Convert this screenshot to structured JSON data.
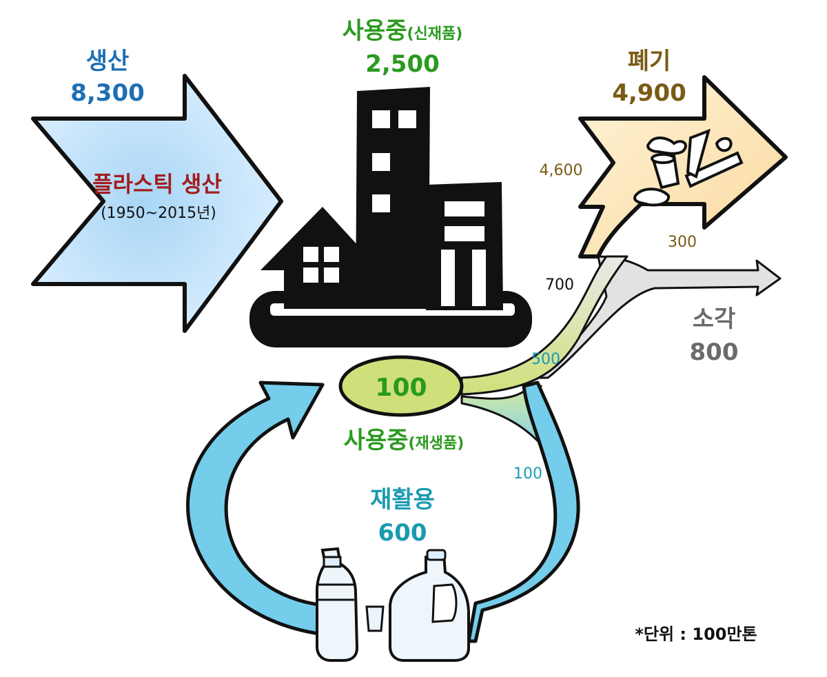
{
  "colors": {
    "production": "#1e6fb5",
    "production_arrow": "#bfe0f7",
    "production_title": "#a01e1e",
    "in_use": "#2a9a1e",
    "waste": "#7a5a14",
    "waste_arrow": "#fbe6b8",
    "incineration": "#6a6a6a",
    "recycling": "#1a9ab0",
    "recycling_arrow": "#74cdea",
    "recycled_blob": "#cfe07a",
    "flow_small": "#1a9ab0"
  },
  "production": {
    "title": "생산",
    "value": "8,300",
    "arrow_title": "플라스틱 생산",
    "arrow_subtitle": "(1950~2015년)"
  },
  "in_use_new": {
    "title": "사용중",
    "title_suffix": "(신재품)",
    "value": "2,500"
  },
  "waste": {
    "title": "폐기",
    "value": "4,900",
    "flow_direct": "4,600",
    "flow_from_recycled": "300"
  },
  "incineration": {
    "title": "소각",
    "value": "800",
    "flow_incoming": "700"
  },
  "in_use_recycled": {
    "value": "100",
    "title": "사용중",
    "title_suffix": "(재생품)"
  },
  "recycling": {
    "title": "재활용",
    "value": "600",
    "flow_500": "500",
    "flow_100": "100"
  },
  "footnote": "*단위 : 100만톤",
  "icons": [
    "building-icon",
    "house-icon",
    "trash-icon",
    "bottle-icon",
    "jug-icon",
    "cup-icon"
  ]
}
